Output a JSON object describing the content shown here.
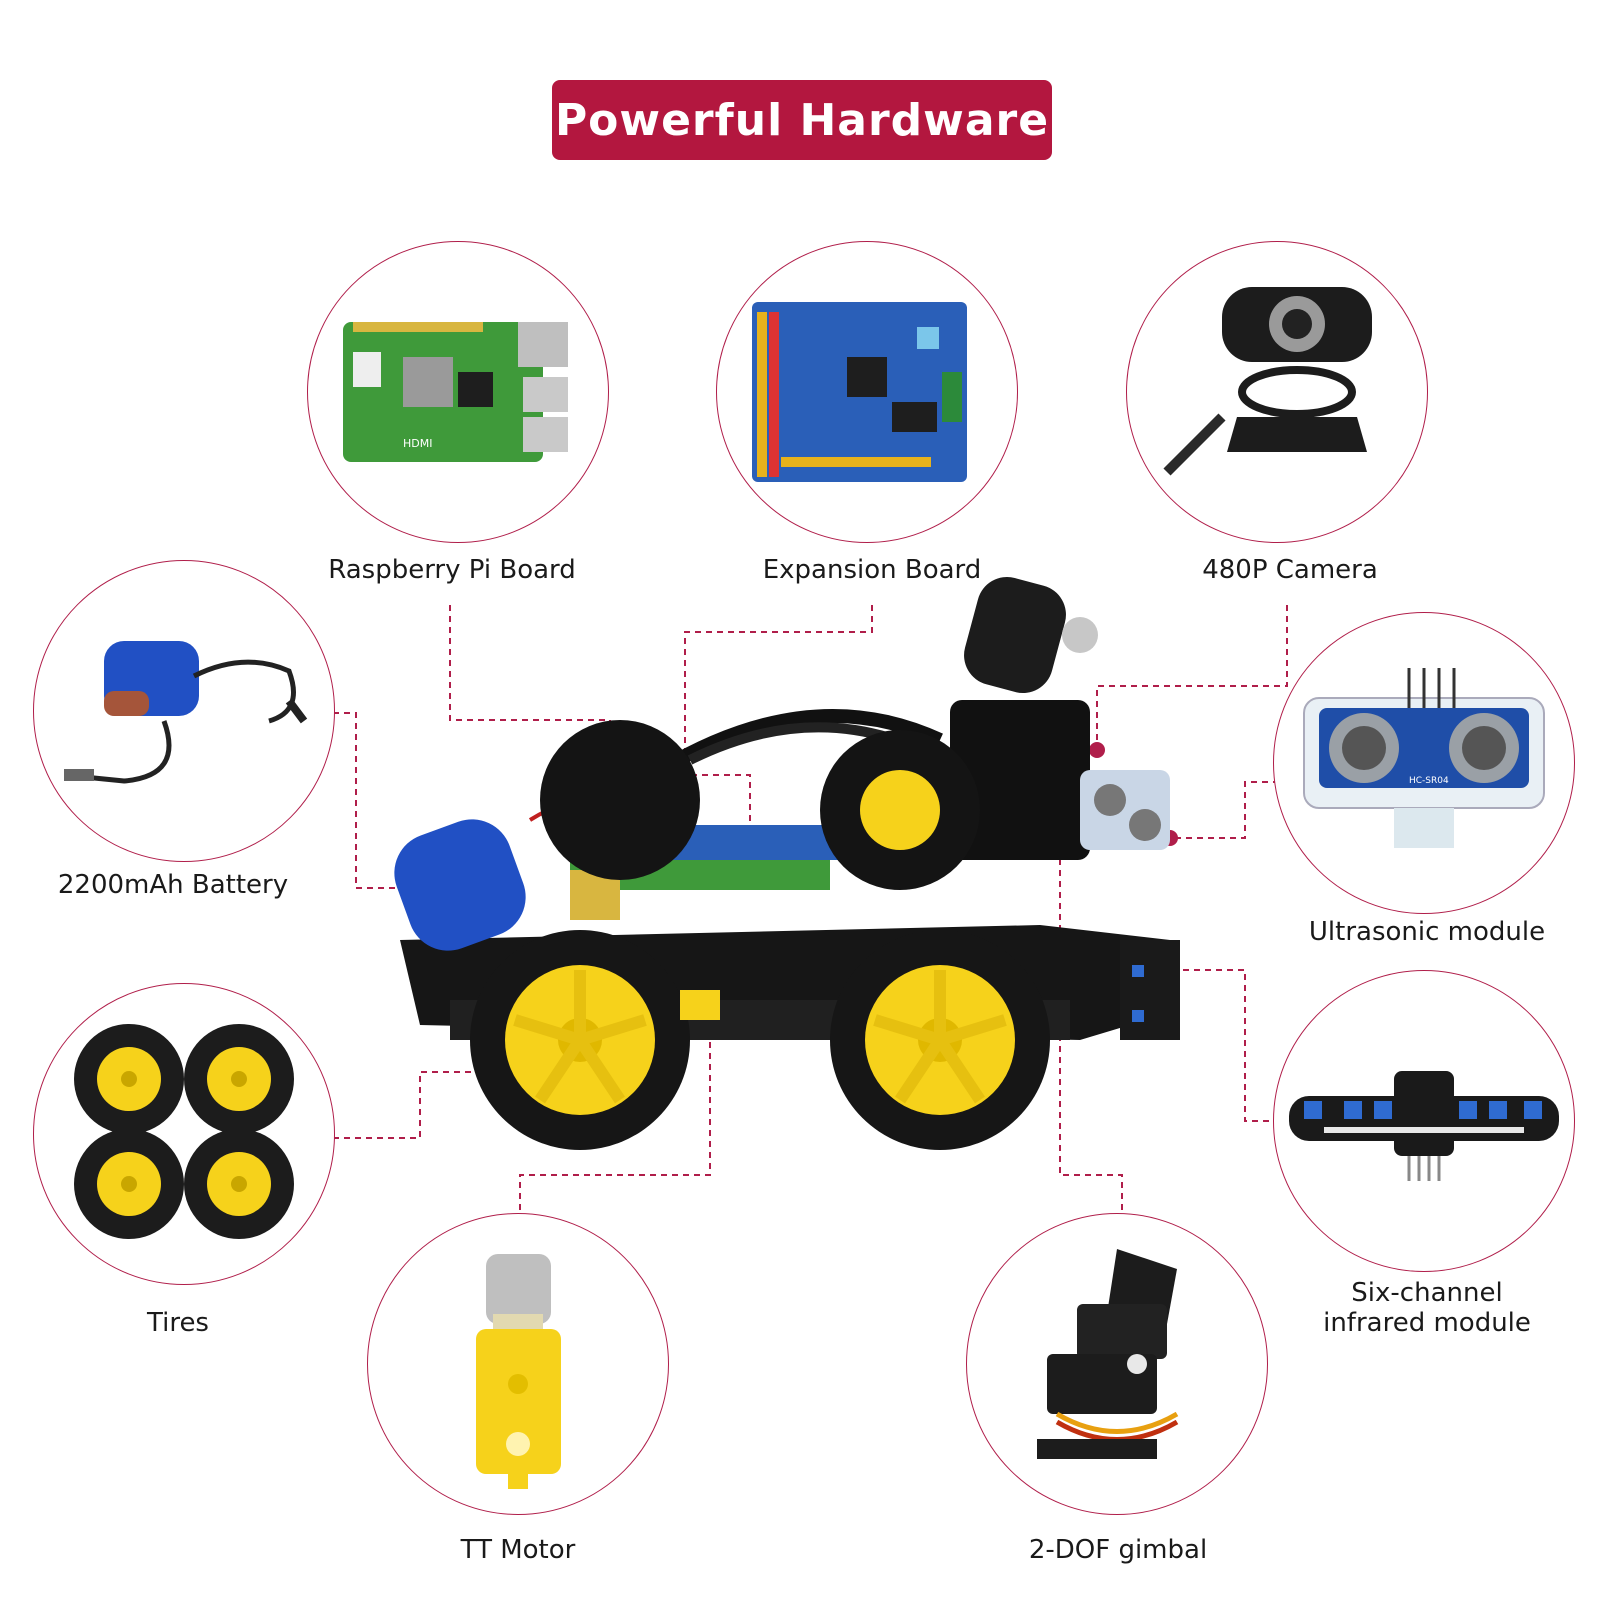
{
  "title": "Powerful Hardware",
  "components": [
    {
      "id": "raspberry-pi",
      "label": "Raspberry Pi Board"
    },
    {
      "id": "expansion",
      "label": "Expansion Board"
    },
    {
      "id": "camera",
      "label": "480P Camera"
    },
    {
      "id": "battery",
      "label": "2200mAh Battery"
    },
    {
      "id": "ultrasonic",
      "label": "Ultrasonic module"
    },
    {
      "id": "tires",
      "label": "Tires"
    },
    {
      "id": "infrared_l1",
      "label": "Six-channel"
    },
    {
      "id": "infrared_l2",
      "label": "infrared module"
    },
    {
      "id": "motor",
      "label": "TT Motor"
    },
    {
      "id": "gimbal",
      "label": "2-DOF gimbal"
    }
  ],
  "colors": {
    "accent": "#b3173f",
    "leader": "#b01e4a",
    "wheel": "#f6d21b",
    "pcb_green": "#3f9a3a",
    "pcb_blue": "#2a5fb8"
  },
  "board_text": {
    "pi": "HDMI",
    "ultrasonic": "HC-SR04"
  }
}
